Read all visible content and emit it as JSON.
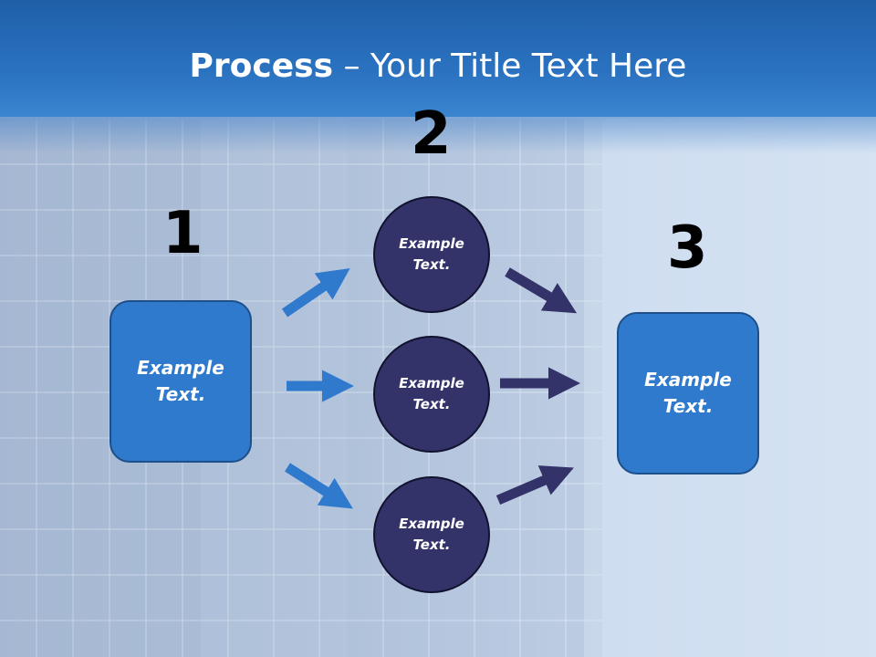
{
  "slide": {
    "title_bold": "Process",
    "title_rest": " – Your Title Text Here"
  },
  "steps": {
    "step1_number": "1",
    "step2_number": "2",
    "step3_number": "3"
  },
  "nodes": {
    "left_box": {
      "line1": "Example",
      "line2": "Text."
    },
    "circle_top": {
      "line1": "Example",
      "line2": "Text."
    },
    "circle_middle": {
      "line1": "Example",
      "line2": "Text."
    },
    "circle_bottom": {
      "line1": "Example",
      "line2": "Text."
    },
    "right_box": {
      "line1": "Example",
      "line2": "Text."
    }
  },
  "colors": {
    "header_blue": "#2a72c0",
    "box_blue": "#2f7acd",
    "circle_navy": "#33336a",
    "arrow_blue": "#2f7acd",
    "arrow_navy": "#33336a"
  }
}
